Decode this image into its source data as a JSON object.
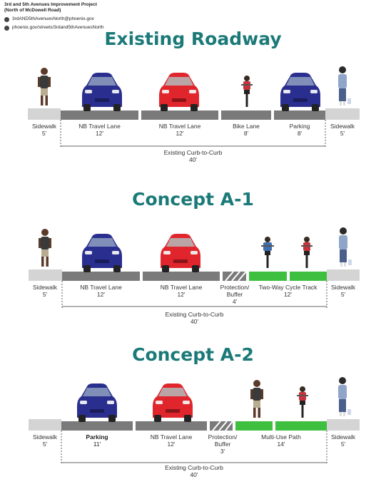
{
  "header": {
    "project_line1": "3rd and 5th Avenues Improvement Project",
    "project_line2": "(North of McDowell Road)",
    "email": "3rdAND5thAvenuesNorth@phoenix.gov",
    "url": "phoenix.gov/streets/3rdand5thAvenuesNorth"
  },
  "sections": {
    "existing": {
      "title": "Existing Roadway",
      "sidewalk_left": "Sidewalk",
      "sidewalk_left_w": "5'",
      "lane1": "NB Travel Lane",
      "lane1_w": "12'",
      "lane2": "NB Travel Lane",
      "lane2_w": "12'",
      "lane3": "Bike Lane",
      "lane3_w": "8'",
      "lane4": "Parking",
      "lane4_w": "8'",
      "sidewalk_right": "Sidewalk",
      "sidewalk_right_w": "5'",
      "curb": "Existing Curb-to-Curb",
      "curb_w": "40'"
    },
    "a1": {
      "title": "Concept A-1",
      "sidewalk_left": "Sidewalk",
      "sidewalk_left_w": "5'",
      "lane1": "NB Travel Lane",
      "lane1_w": "12'",
      "lane2": "NB Travel Lane",
      "lane2_w": "12'",
      "lane3_a": "Protection/",
      "lane3_b": "Buffer",
      "lane3_w": "4'",
      "lane4": "Two-Way Cycle Track",
      "lane4_w": "12'",
      "sidewalk_right": "Sidewalk",
      "sidewalk_right_w": "5'",
      "curb": "Existing Curb-to-Curb",
      "curb_w": "40'"
    },
    "a2": {
      "title": "Concept A-2",
      "sidewalk_left": "Sidewalk",
      "sidewalk_left_w": "5'",
      "lane1": "Parking",
      "lane1_w": "11'",
      "lane2": "NB Travel Lane",
      "lane2_w": "12'",
      "lane3_a": "Protection/",
      "lane3_b": "Buffer",
      "lane3_w": "3'",
      "lane4": "Multi-Use Path",
      "lane4_w": "14'",
      "sidewalk_right": "Sidewalk",
      "sidewalk_right_w": "5'",
      "curb": "Existing Curb-to-Curb",
      "curb_w": "40'"
    }
  },
  "colors": {
    "title": "#1b7a78",
    "road": "#7a7a7a",
    "sidewalk": "#d4d4d4",
    "bike": "#3fbf3f",
    "car_blue": "#2a2f8f",
    "car_red": "#e0262c"
  }
}
